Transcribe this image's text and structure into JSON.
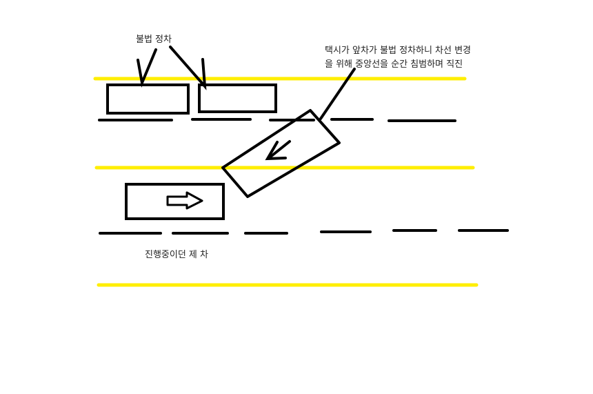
{
  "labels": {
    "illegal_parking": "불법 정차",
    "taxi_note_line1": "택시가 앞차가 불법 정차하니 차선 변경",
    "taxi_note_line2": "을 위해 중앙선을 순간 침범하며 직진",
    "my_car": "진행중이던 제 차"
  },
  "colors": {
    "center_line": "#ffee00",
    "ink": "#000000",
    "background": "#ffffff"
  },
  "icons": {
    "taxi_direction": "arrow-down-left-icon",
    "my_car_direction": "hollow-arrow-right-icon"
  }
}
